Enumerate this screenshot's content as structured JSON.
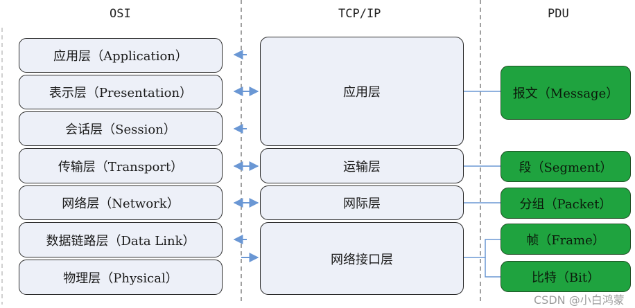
{
  "headers": {
    "osi": "OSI",
    "tcpip": "TCP/IP",
    "pdu": "PDU"
  },
  "osi_layers": [
    "应用层（Application）",
    "表示层（Presentation）",
    "会话层（Session）",
    "传输层（Transport）",
    "网络层（Network）",
    "数据链路层（Data Link）",
    "物理层（Physical）"
  ],
  "tcpip_layers": [
    "应用层",
    "运输层",
    "网际层",
    "网络接口层"
  ],
  "pdu_units": [
    "报文（Message）",
    "段（Segment）",
    "分组（Packet）",
    "帧（Frame）",
    "比特（Bit）"
  ],
  "watermark": "CSDN @小白鸿蒙",
  "colors": {
    "box_fill": "#edf0f8",
    "pdu_fill": "#1fa33f",
    "arrow": "#6a97d4",
    "divider": "#808080"
  }
}
